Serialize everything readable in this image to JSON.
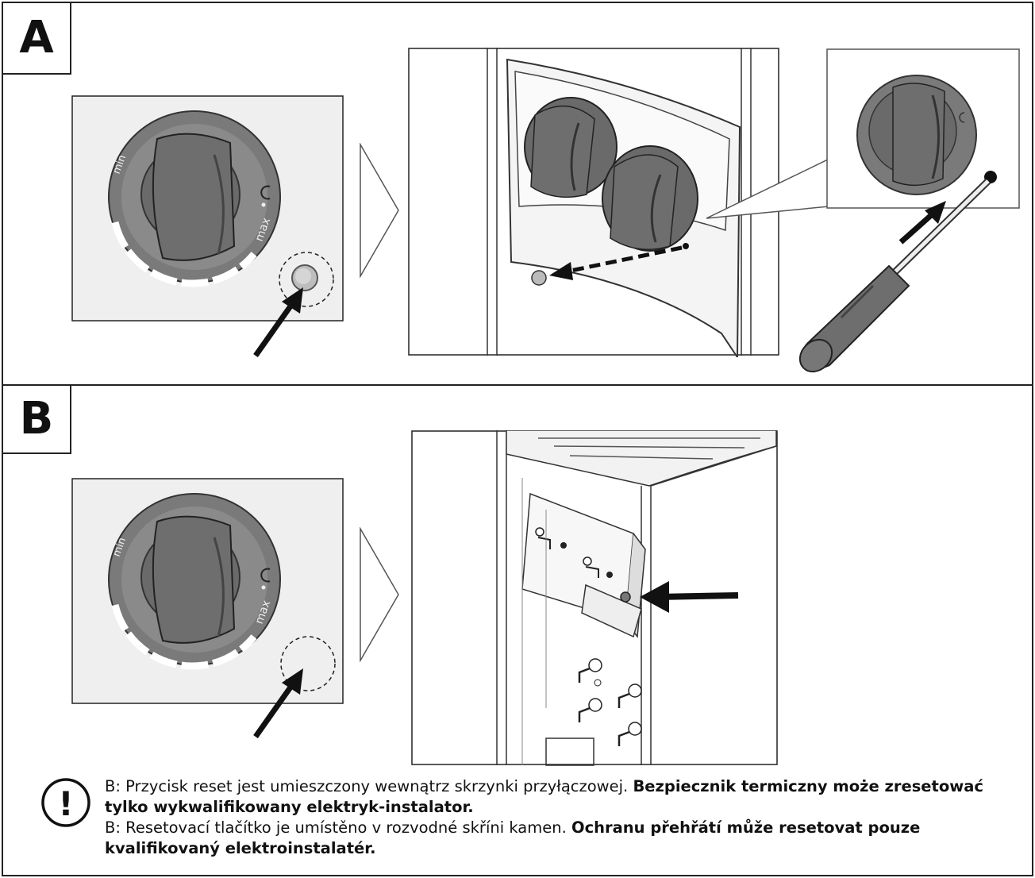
{
  "panels": [
    {
      "letter": "A"
    },
    {
      "letter": "B"
    }
  ],
  "dial": {
    "min_label": "min",
    "max_label": "max"
  },
  "notes": [
    {
      "prefix": "B: Przycisk reset jest umieszczony wewnątrz skrzynki przyłączowej.",
      "bold": "Bezpiecznik termiczny może zresetować tylko wykwalifikowany elektryk-instalator."
    },
    {
      "prefix": "B: Resetovací tlačítko je umístěno v rozvodné skříni kamen.",
      "bold": "Ochranu přehřátí může resetovat pouze kvalifikovaný elektroinstalatér."
    }
  ],
  "warning_symbol": "!",
  "icons": {
    "warning": "exclamation-circle-icon",
    "arrow": "arrow-pointer-icon",
    "screwdriver": "screwdriver-icon"
  },
  "colors": {
    "stroke": "#222222",
    "panel_fill": "#efefef",
    "knob": "#6a6a6a",
    "dial_ring": "#7a7a7a"
  }
}
